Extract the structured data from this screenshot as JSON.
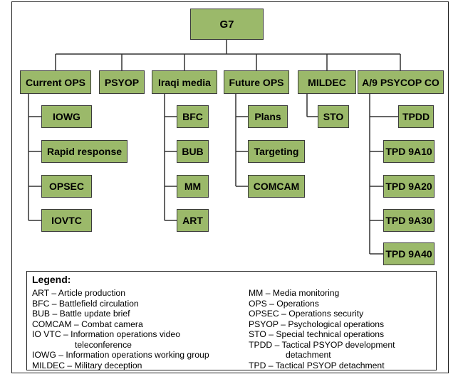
{
  "diagram": {
    "root": "G7",
    "columns": [
      {
        "label": "Current OPS",
        "children": [
          "IOWG",
          "Rapid response",
          "OPSEC",
          "IOVTC"
        ]
      },
      {
        "label": "PSYOP",
        "children": []
      },
      {
        "label": "Iraqi media",
        "children": [
          "BFC",
          "BUB",
          "MM",
          "ART"
        ]
      },
      {
        "label": "Future OPS",
        "children": [
          "Plans",
          "Targeting",
          "COMCAM"
        ]
      },
      {
        "label": "MILDEC",
        "children": [
          "STO"
        ]
      },
      {
        "label": "A/9 PSYCOP CO",
        "children": [
          "TPDD",
          "TPD 9A10",
          "TPD 9A20",
          "TPD 9A30",
          "TPD 9A40"
        ]
      }
    ]
  },
  "legend": {
    "title": "Legend:",
    "left": [
      "ART – Article production",
      "BFC – Battlefield circulation",
      "BUB – Battle update brief",
      "COMCAM – Combat camera",
      "IO VTC – Information operations video",
      "teleconference",
      "IOWG – Information operations working group",
      "MILDEC – Military deception"
    ],
    "right": [
      "MM – Media monitoring",
      "OPS – Operations",
      "OPSEC – Operations security",
      "PSYOP – Psychological operations",
      "STO – Special technical operations",
      "TPDD – Tactical PSYOP development",
      "detachment",
      "TPD – Tactical PSYOP detachment"
    ]
  },
  "colors": {
    "box_fill": "#9bb96a",
    "line": "#333333"
  }
}
